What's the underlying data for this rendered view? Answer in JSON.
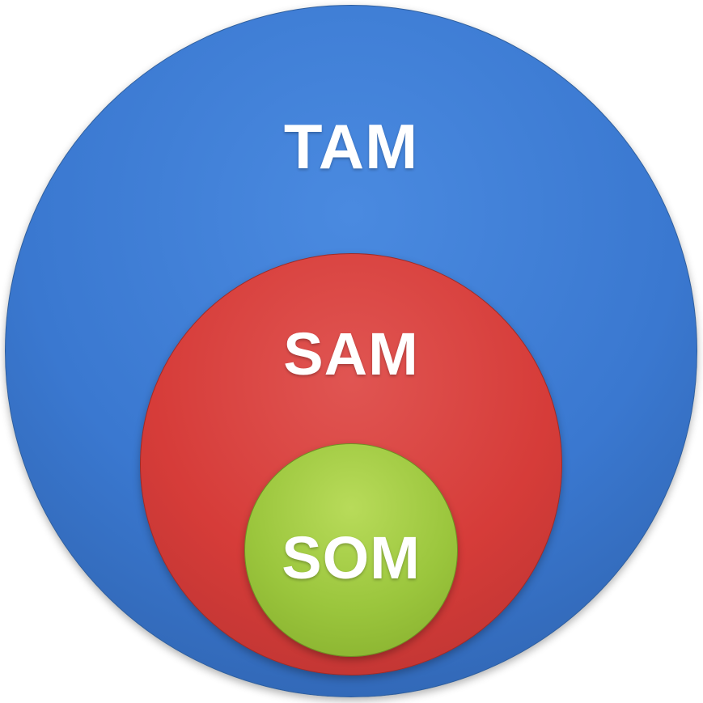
{
  "diagram": {
    "type": "nested-circles",
    "circles": [
      {
        "id": "tam",
        "label": "TAM",
        "color": "#3a78d0",
        "color_light": "#4a8ae0",
        "color_dark": "#2d5fa8"
      },
      {
        "id": "sam",
        "label": "SAM",
        "color": "#d63c39",
        "color_light": "#e05552",
        "color_dark": "#b83331"
      },
      {
        "id": "som",
        "label": "SOM",
        "color": "#9bc63d",
        "color_light": "#b8db5a",
        "color_dark": "#85ad2c"
      }
    ]
  }
}
